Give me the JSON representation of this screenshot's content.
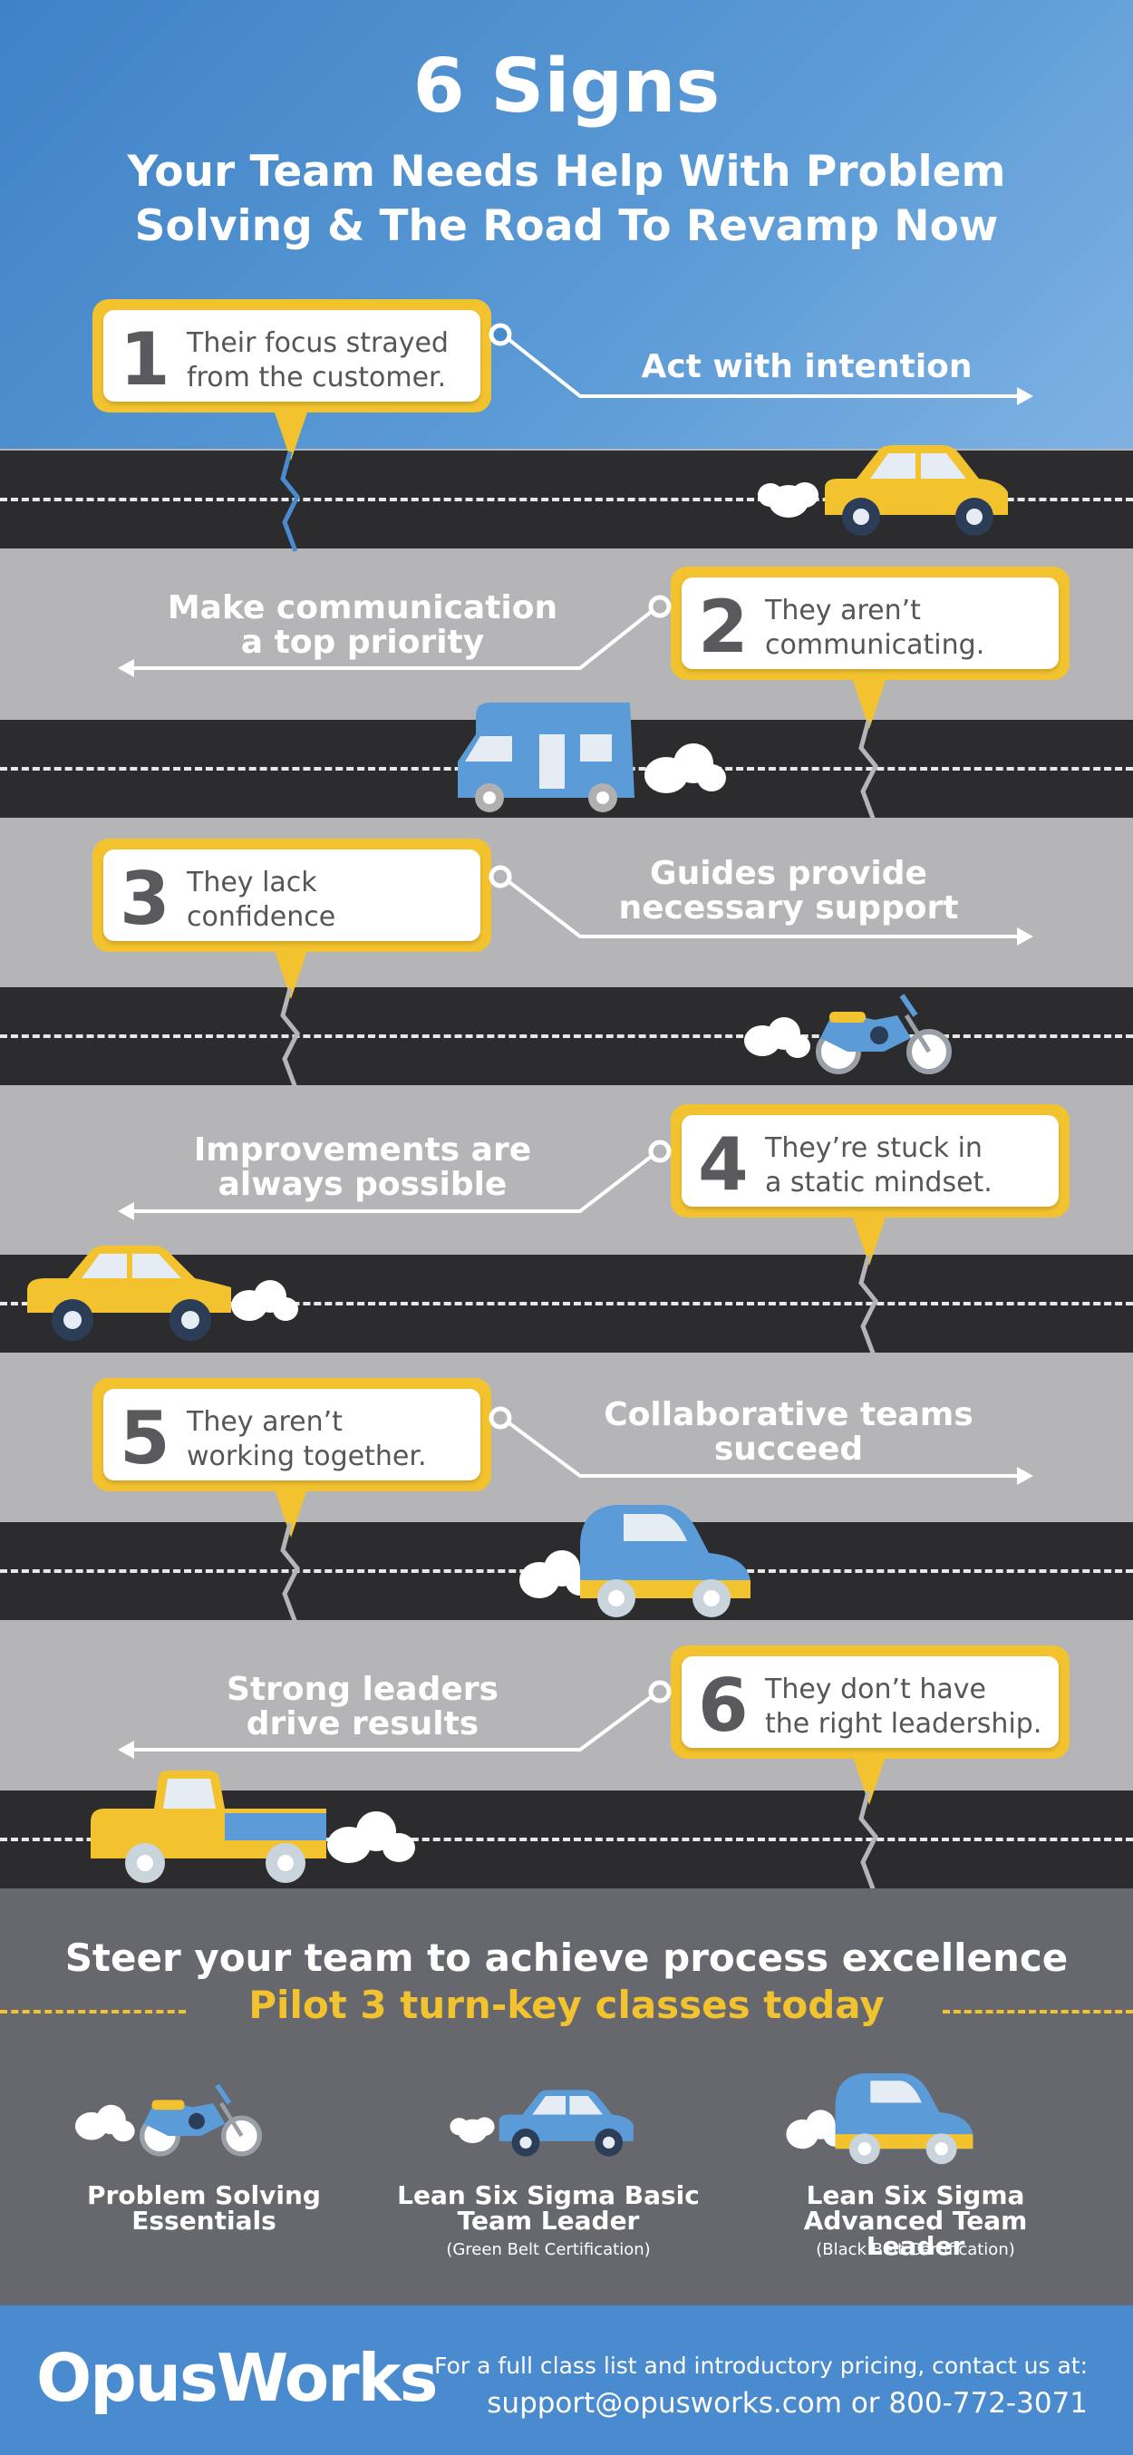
{
  "header": {
    "title": "6 Signs",
    "subtitle_line1": "Your Team Needs Help With Problem",
    "subtitle_line2": "Solving & The Road To Revamp Now"
  },
  "signs": [
    {
      "number": "1",
      "text_line1": "Their focus strayed",
      "text_line2": "from the customer.",
      "action_line1": "Act with intention",
      "action_line2": "",
      "vehicle": "yellow-car-icon"
    },
    {
      "number": "2",
      "text_line1": "They aren’t",
      "text_line2": "communicating.",
      "action_line1": "Make communication",
      "action_line2": "a top priority",
      "vehicle": "camper-van-icon"
    },
    {
      "number": "3",
      "text_line1": "They lack",
      "text_line2": "confidence",
      "action_line1": "Guides provide",
      "action_line2": "necessary support",
      "vehicle": "motorcycle-icon"
    },
    {
      "number": "4",
      "text_line1": "They’re stuck in",
      "text_line2": "a static mindset.",
      "action_line1": "Improvements are",
      "action_line2": "always possible",
      "vehicle": "yellow-car-icon"
    },
    {
      "number": "5",
      "text_line1": "They aren’t",
      "text_line2": "working together.",
      "action_line1": "Collaborative teams",
      "action_line2": "succeed",
      "vehicle": "blue-hatchback-icon"
    },
    {
      "number": "6",
      "text_line1": "They don’t have",
      "text_line2": "the right leadership.",
      "action_line1": "Strong leaders",
      "action_line2": "drive results",
      "vehicle": "pickup-truck-icon"
    }
  ],
  "cta": {
    "line1": "Steer your team to achieve process excellence",
    "line2": "Pilot 3 turn-key classes today",
    "classes": [
      {
        "line1": "Problem Solving",
        "line2": "Essentials",
        "note": "",
        "icon": "motorcycle-icon"
      },
      {
        "line1": "Lean Six Sigma Basic",
        "line2": "Team Leader",
        "note": "(Green Belt Certification)",
        "icon": "blue-car-icon"
      },
      {
        "line1": "Lean Six Sigma",
        "line2": "Advanced Team Leader",
        "note": "(Black Belt Certification)",
        "icon": "blue-hatchback-icon"
      }
    ]
  },
  "footer": {
    "logo": "OpusWorks",
    "line1": "For a full class list and introductory pricing, contact us at:",
    "line2": "support@opusworks.com or 800-772-3071"
  },
  "colors": {
    "accent_yellow": "#f2c22f",
    "header_blue": "#4a8bd0",
    "road": "#2c2c2e",
    "band_grey": "#b5b5b8",
    "cta_grey": "#66686e"
  }
}
